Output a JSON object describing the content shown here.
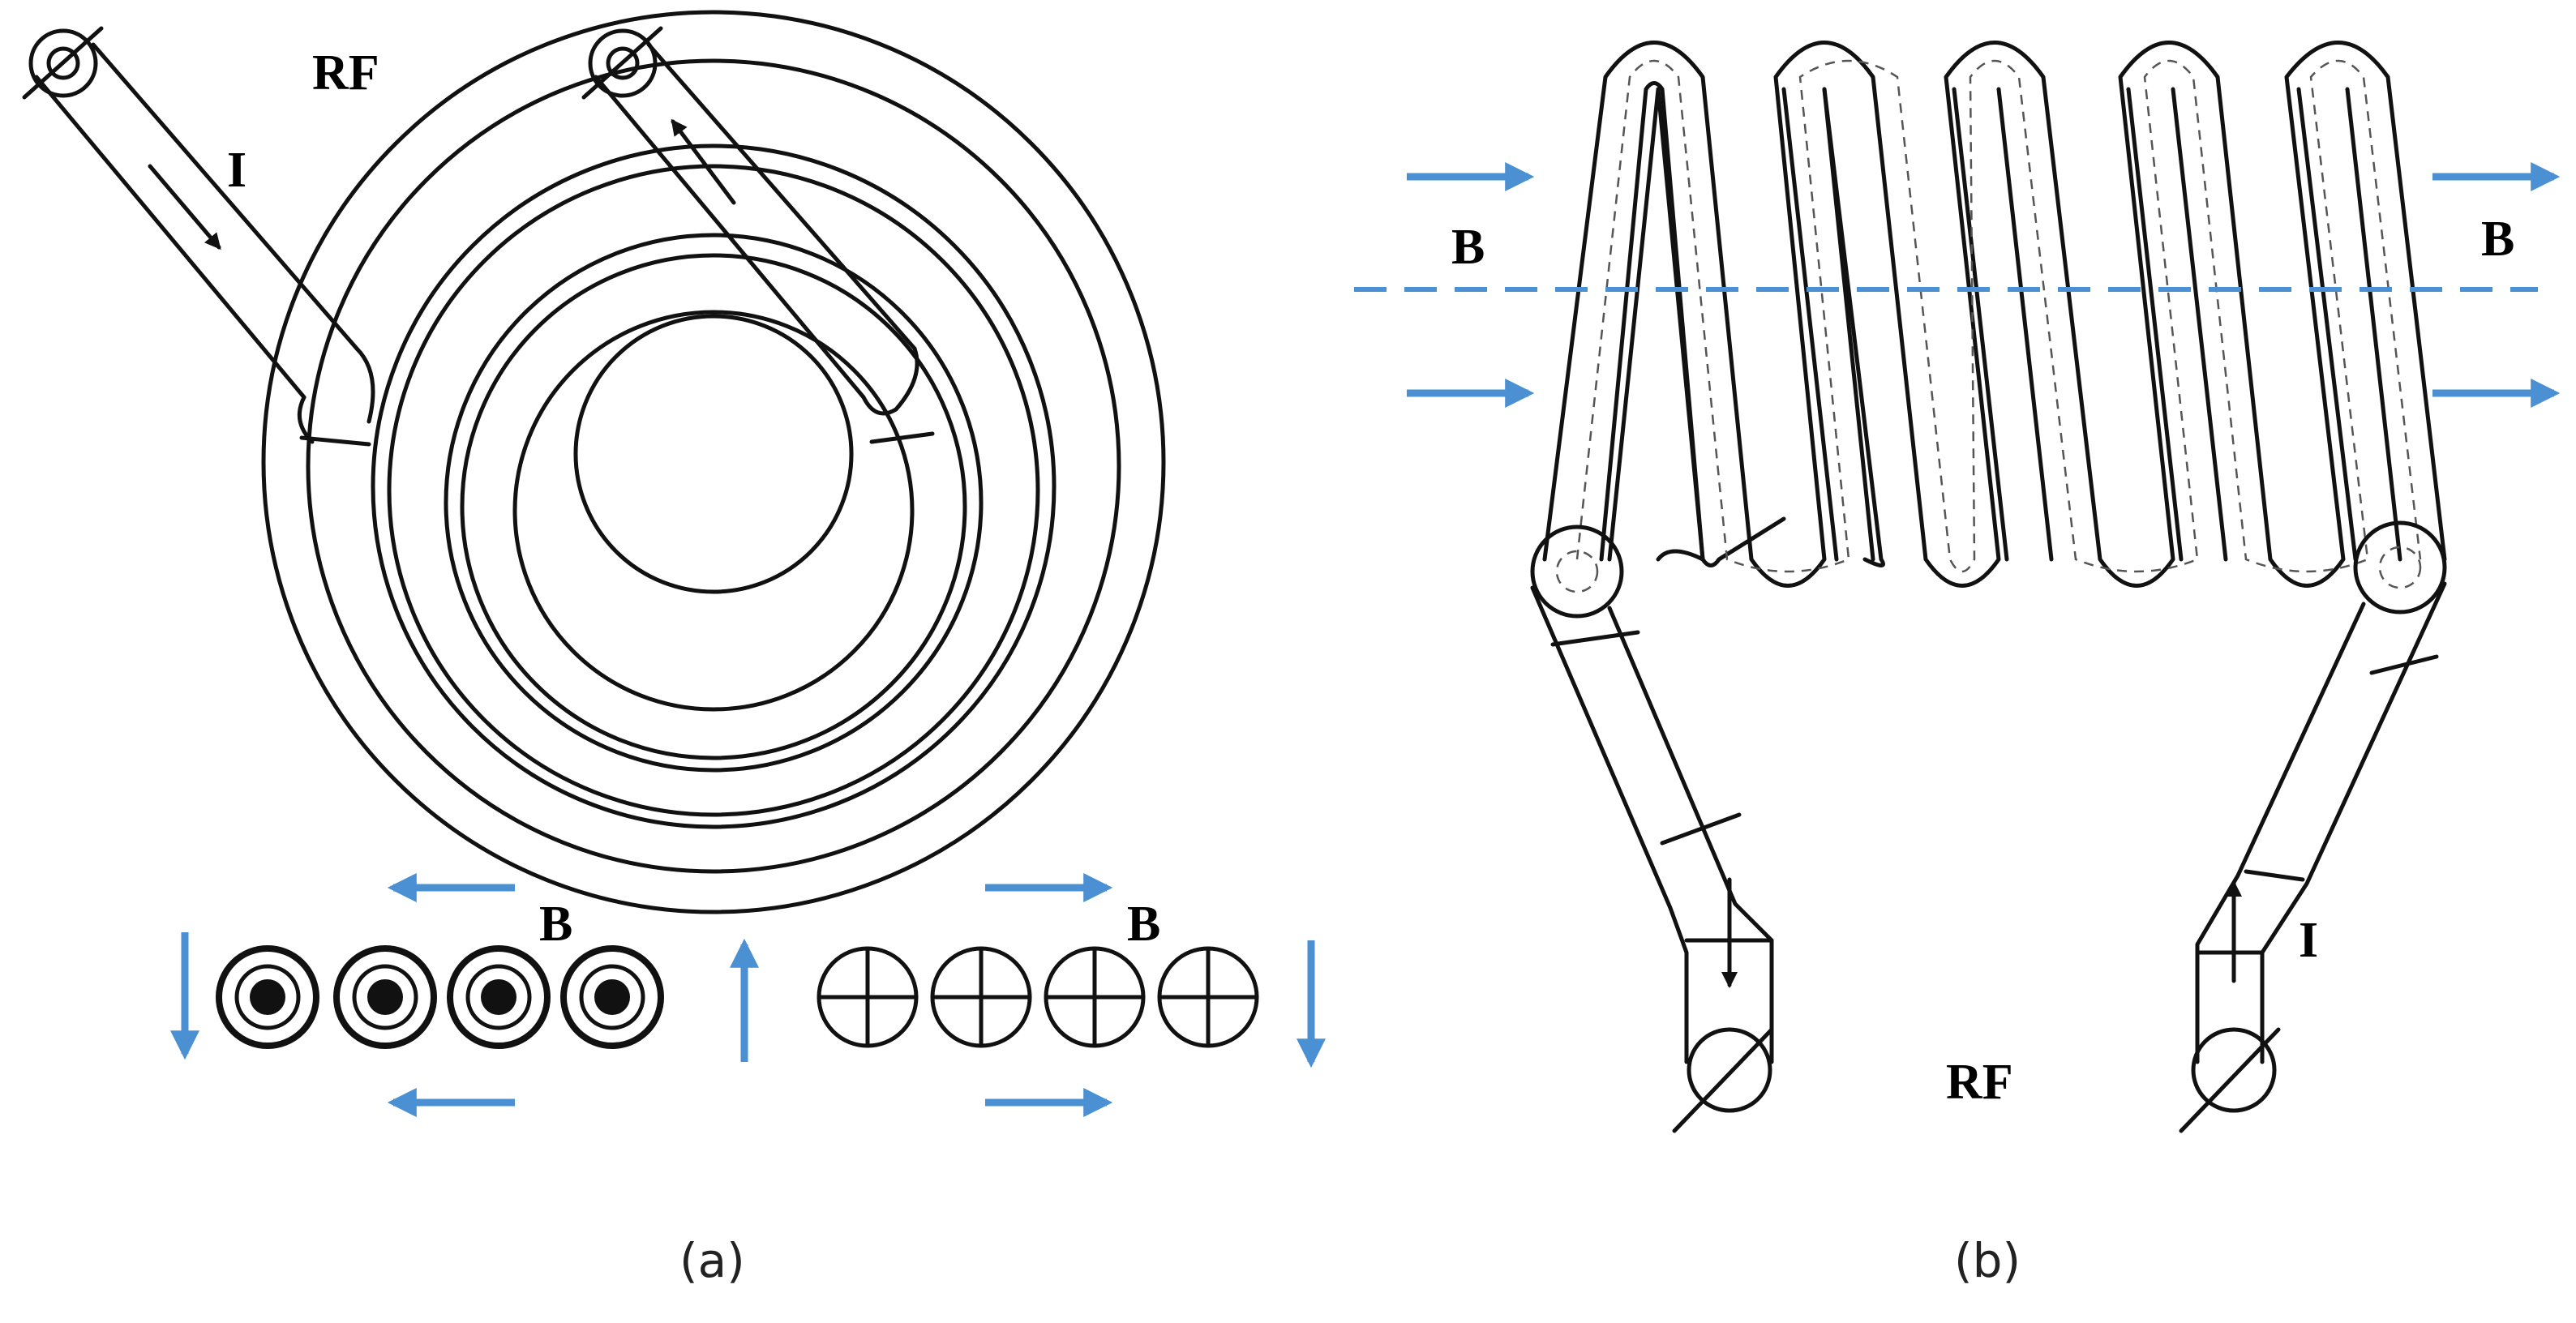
{
  "panel_a": {
    "rf_label": "RF",
    "current_label": "I",
    "field_label_left": "B",
    "field_label_right": "B",
    "caption": "(a)"
  },
  "panel_b": {
    "field_label_left": "B",
    "field_label_right": "B",
    "rf_label": "RF",
    "current_label": "I",
    "caption": "(b)"
  },
  "colors": {
    "arrow_blue": "#4a90d2",
    "ink": "#111111"
  },
  "icons": [
    "terminal-icon",
    "current-arrow-icon",
    "field-out-of-page-icon",
    "field-into-page-icon",
    "field-arrow-icon"
  ]
}
